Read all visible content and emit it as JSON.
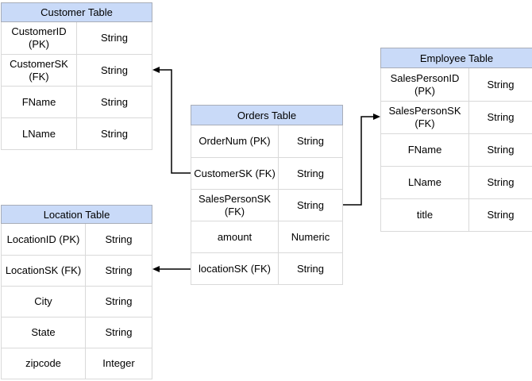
{
  "tables": {
    "customer": {
      "title": "Customer Table",
      "rows": [
        {
          "field": "CustomerID (PK)",
          "type": "String"
        },
        {
          "field": "CustomerSK\n(FK)",
          "type": "String"
        },
        {
          "field": "FName",
          "type": "String"
        },
        {
          "field": "LName",
          "type": "String"
        }
      ]
    },
    "orders": {
      "title": "Orders Table",
      "rows": [
        {
          "field": "OrderNum (PK)",
          "type": "String"
        },
        {
          "field": "CustomerSK (FK)",
          "type": "String"
        },
        {
          "field": "SalesPersonSK\n(FK)",
          "type": "String"
        },
        {
          "field": "amount",
          "type": "Numeric"
        },
        {
          "field": "locationSK (FK)",
          "type": "String"
        }
      ]
    },
    "employee": {
      "title": "Employee Table",
      "rows": [
        {
          "field": "SalesPersonID (PK)",
          "type": "String"
        },
        {
          "field": "SalesPersonSK\n(FK)",
          "type": "String"
        },
        {
          "field": "FName",
          "type": "String"
        },
        {
          "field": "LName",
          "type": "String"
        },
        {
          "field": "title",
          "type": "String"
        }
      ]
    },
    "location": {
      "title": "Location Table",
      "rows": [
        {
          "field": "LocationID (PK)",
          "type": "String"
        },
        {
          "field": "LocationSK (FK)",
          "type": "String"
        },
        {
          "field": "City",
          "type": "String"
        },
        {
          "field": "State",
          "type": "String"
        },
        {
          "field": "zipcode",
          "type": "Integer"
        }
      ]
    }
  },
  "relationships": [
    {
      "from": "Orders Table.CustomerSK (FK)",
      "to": "Customer Table.CustomerSK (FK)"
    },
    {
      "from": "Orders Table.SalesPersonSK (FK)",
      "to": "Employee Table.SalesPersonSK (FK)"
    },
    {
      "from": "Orders Table.locationSK (FK)",
      "to": "Location Table.LocationSK (FK)"
    }
  ],
  "colors": {
    "header_fill": "#c9daf8",
    "header_border": "#a8adb8",
    "grid_border": "#d9d9d9",
    "arrow": "#000000",
    "text": "#000000",
    "background": "#ffffff"
  }
}
